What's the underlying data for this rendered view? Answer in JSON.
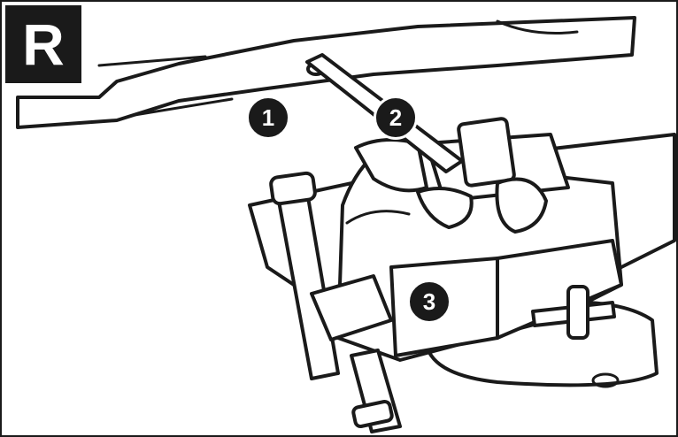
{
  "figure": {
    "step_letter": "R",
    "callouts": [
      "1",
      "2",
      "3"
    ]
  },
  "icons": {
    "part_1": "blade-icon",
    "part_2": "rod-icon",
    "part_3": "vise-icon"
  }
}
